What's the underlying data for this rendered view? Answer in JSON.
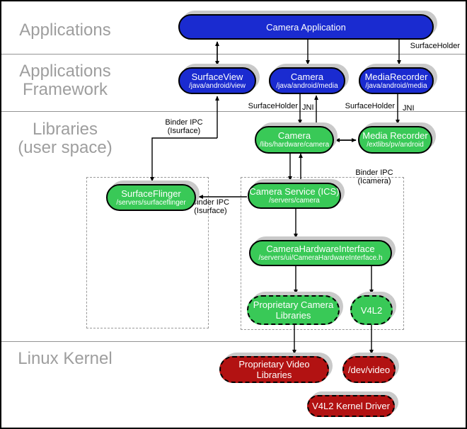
{
  "colors": {
    "framework_box": "#1a2bd0",
    "library_box": "#39c957",
    "kernel_box": "#b21212",
    "shadow": "#c9c9c9",
    "layer_label": "#9e9e9e",
    "divider": "#949494"
  },
  "layers": {
    "applications": "Applications",
    "framework_line1": "Applications",
    "framework_line2": "Framework",
    "libraries_line1": "Libraries",
    "libraries_line2": "(user space)",
    "linux_kernel": "Linux Kernel"
  },
  "nodes": {
    "camera_application": {
      "title": "Camera Application"
    },
    "surface_view": {
      "title": "SurfaceView",
      "subtitle": "/java/android/view"
    },
    "camera_framework": {
      "title": "Camera",
      "subtitle": "/java/android/media"
    },
    "media_recorder_framework": {
      "title": "MediaRecorder",
      "subtitle": "/java/android/media"
    },
    "camera_lib": {
      "title": "Camera",
      "subtitle": "/libs/hardware/camera"
    },
    "media_recorder_lib": {
      "title": "Media Recorder",
      "subtitle": "/extlibs/pv/android"
    },
    "surface_flinger": {
      "title": "SurfaceFlinger",
      "subtitle": "/servers/surfaceflinger"
    },
    "camera_service": {
      "title": "Camera Service (ICS)",
      "subtitle": "/servers/camera"
    },
    "camera_hardware_interface": {
      "title": "CameraHardwareInterface",
      "subtitle": "/servers/ui/CameraHardwareInterface.h"
    },
    "proprietary_camera_libraries": {
      "title": "Proprietary Camera Libraries"
    },
    "v4l2": {
      "title": "V4L2"
    },
    "proprietary_video_libraries": {
      "title": "Proprietary Video Libraries"
    },
    "dev_video": {
      "title": "/dev/video"
    },
    "v4l2_kernel_driver": {
      "title": "V4L2 Kernel Driver"
    }
  },
  "edge_labels": {
    "surfaceholder_top": "SurfaceHolder",
    "surfaceholder_camera": "SurfaceHolder",
    "jni_camera": "JNI",
    "surfaceholder_mediarecorder": "SurfaceHolder",
    "jni_mediarecorder": "JNI",
    "binder_isurface_view": {
      "line1": "Binder IPC",
      "line2": "(Isurface)"
    },
    "binder_isurface_service": {
      "line1": "Binder IPC",
      "line2": "(Isurface)"
    },
    "binder_icamera": {
      "line1": "Binder IPC",
      "line2": "(Icamera)"
    }
  }
}
